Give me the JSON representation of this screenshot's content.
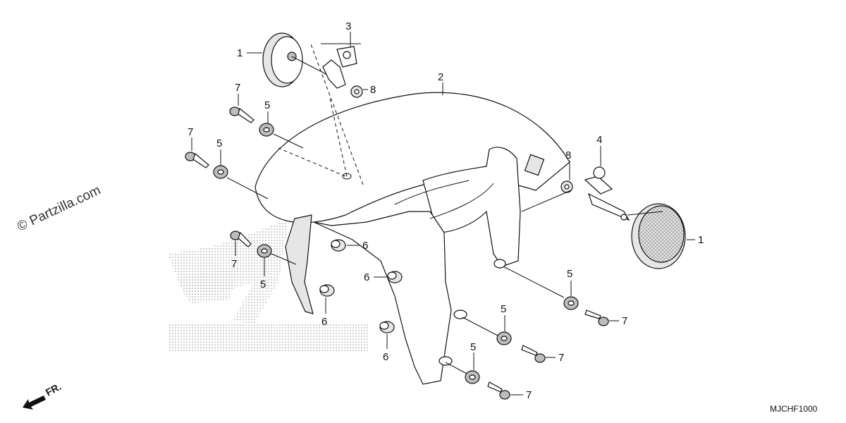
{
  "watermark": "© Partzilla.com",
  "diagram_code": "MJCHF1000",
  "direction_label": "FR.",
  "callouts": {
    "c1a": "1",
    "c1b": "1",
    "c2": "2",
    "c3": "3",
    "c4": "4",
    "c5a": "5",
    "c5b": "5",
    "c5c": "5",
    "c5d": "5",
    "c5e": "5",
    "c5f": "5",
    "c6a": "6",
    "c6b": "6",
    "c6c": "6",
    "c6d": "6",
    "c7a": "7",
    "c7b": "7",
    "c7c": "7",
    "c7d": "7",
    "c7e": "7",
    "c7f": "7",
    "c8a": "8",
    "c8b": "8"
  }
}
